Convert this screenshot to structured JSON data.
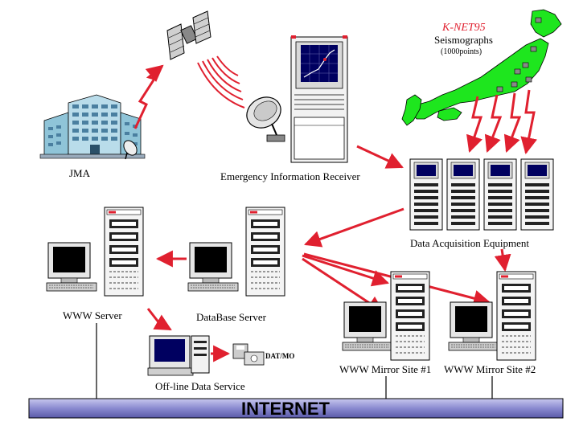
{
  "labels": {
    "jma": "JMA",
    "receiver": "Emergency Information Receiver",
    "knet_title": "K-NET95",
    "seismographs": "Seismographs",
    "points": "(1000points)",
    "daq": "Data Acquisition Equipment",
    "www_server": "WWW Server",
    "db_server": "DataBase Server",
    "datmo": "DAT/MO",
    "offline": "Off-line Data Service",
    "mirror1": "WWW Mirror Site #1",
    "mirror2": "WWW Mirror Site #2",
    "internet": "INTERNET"
  },
  "colors": {
    "arrow": "#e0202f",
    "japan": "#1ee61e",
    "internet_bar": "#9a9ad0",
    "screen": "#000060"
  }
}
